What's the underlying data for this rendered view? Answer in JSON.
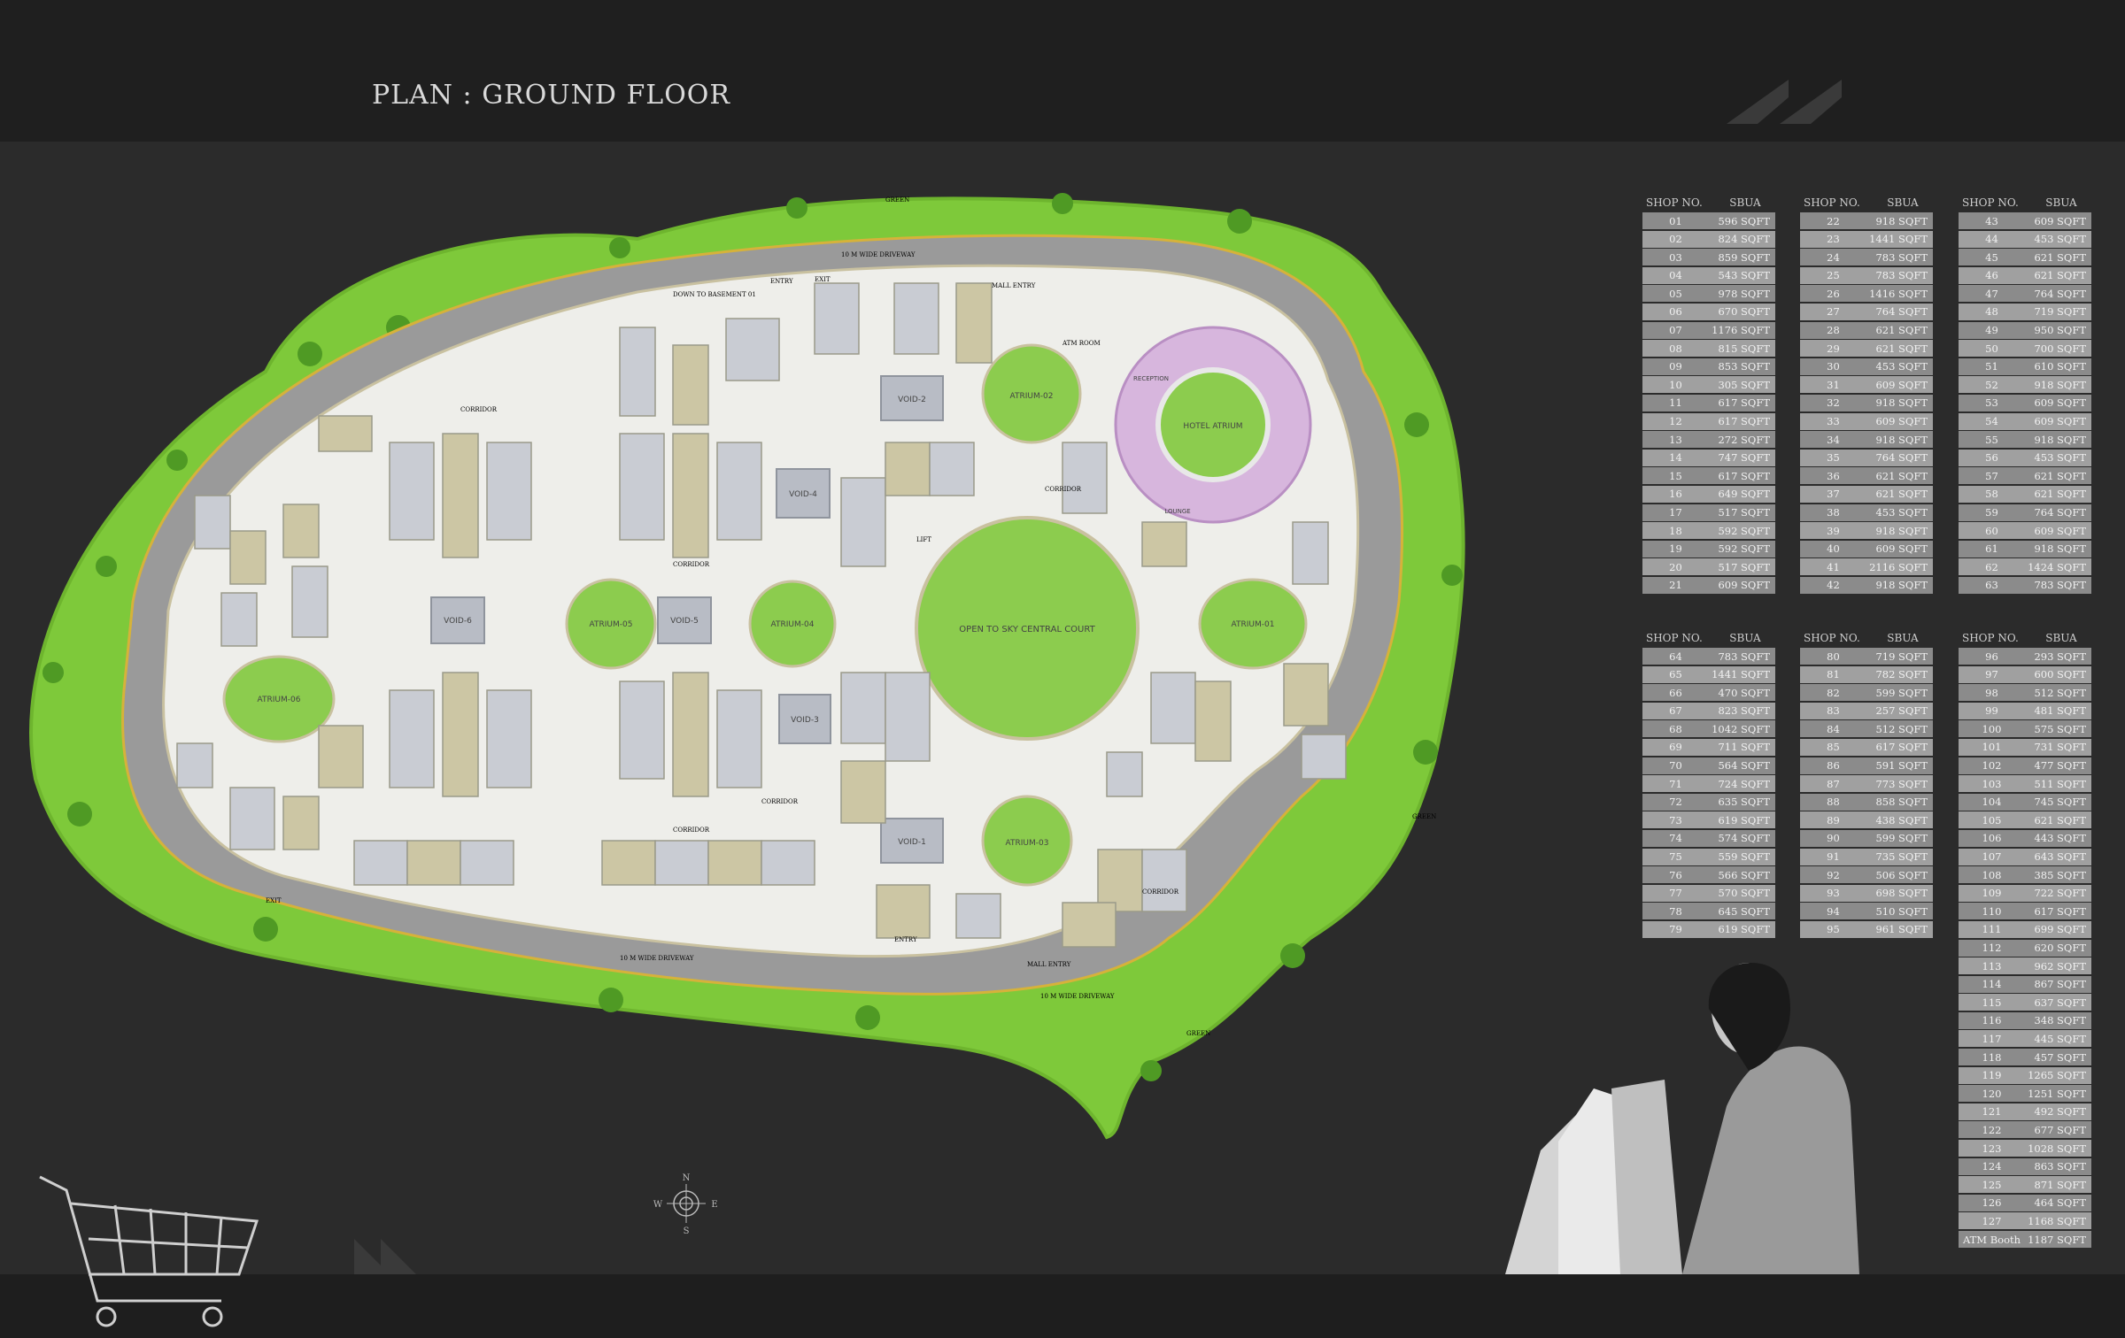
{
  "title": "PLAN : GROUND FLOOR",
  "compass": {
    "n": "N",
    "s": "S",
    "e": "E",
    "w": "W"
  },
  "colors": {
    "background": "#2b2b2b",
    "green": "#7ec93a",
    "road": "#9a9a9a",
    "floor": "#eeeeea",
    "shop_grey": "#c9ccd3",
    "shop_beige": "#ccc6a4",
    "hotel": "#d7b6dd"
  },
  "labels": {
    "open_court": "OPEN TO SKY CENTRAL COURT",
    "atriums": [
      "ATRIUM-01",
      "ATRIUM-02",
      "ATRIUM-03",
      "ATRIUM-04",
      "ATRIUM-05",
      "ATRIUM-06"
    ],
    "hotel_atrium": "HOTEL ATRIUM",
    "voids": [
      "VOID-1",
      "VOID-2",
      "VOID-3",
      "VOID-4",
      "VOID-5",
      "VOID-6"
    ],
    "green": "GREEN",
    "driveway": "10 M WIDE DRIVEWAY",
    "corridor": "CORRIDOR",
    "entry": "ENTRY",
    "exit": "EXIT",
    "mall_entry": "MALL ENTRY",
    "atm_room": "ATM ROOM",
    "reception": "RECEPTION",
    "lounge": "LOUNGE",
    "lift": "LIFT",
    "down_basement": "DOWN TO BASEMENT 01"
  },
  "tables": [
    {
      "header": {
        "no": "SHOP NO.",
        "sbua": "SBUA"
      },
      "rows": [
        [
          "01",
          "596 SQFT"
        ],
        [
          "02",
          "824 SQFT"
        ],
        [
          "03",
          "859 SQFT"
        ],
        [
          "04",
          "543 SQFT"
        ],
        [
          "05",
          "978 SQFT"
        ],
        [
          "06",
          "670 SQFT"
        ],
        [
          "07",
          "1176 SQFT"
        ],
        [
          "08",
          "815 SQFT"
        ],
        [
          "09",
          "853 SQFT"
        ],
        [
          "10",
          "305 SQFT"
        ],
        [
          "11",
          "617 SQFT"
        ],
        [
          "12",
          "617 SQFT"
        ],
        [
          "13",
          "272 SQFT"
        ],
        [
          "14",
          "747 SQFT"
        ],
        [
          "15",
          "617 SQFT"
        ],
        [
          "16",
          "649 SQFT"
        ],
        [
          "17",
          "517 SQFT"
        ],
        [
          "18",
          "592 SQFT"
        ],
        [
          "19",
          "592 SQFT"
        ],
        [
          "20",
          "517 SQFT"
        ],
        [
          "21",
          "609 SQFT"
        ]
      ]
    },
    {
      "header": {
        "no": "SHOP NO.",
        "sbua": "SBUA"
      },
      "rows": [
        [
          "22",
          "918 SQFT"
        ],
        [
          "23",
          "1441 SQFT"
        ],
        [
          "24",
          "783 SQFT"
        ],
        [
          "25",
          "783 SQFT"
        ],
        [
          "26",
          "1416 SQFT"
        ],
        [
          "27",
          "764 SQFT"
        ],
        [
          "28",
          "621 SQFT"
        ],
        [
          "29",
          "621 SQFT"
        ],
        [
          "30",
          "453 SQFT"
        ],
        [
          "31",
          "609 SQFT"
        ],
        [
          "32",
          "918 SQFT"
        ],
        [
          "33",
          "609 SQFT"
        ],
        [
          "34",
          "918 SQFT"
        ],
        [
          "35",
          "764 SQFT"
        ],
        [
          "36",
          "621 SQFT"
        ],
        [
          "37",
          "621 SQFT"
        ],
        [
          "38",
          "453 SQFT"
        ],
        [
          "39",
          "918 SQFT"
        ],
        [
          "40",
          "609 SQFT"
        ],
        [
          "41",
          "2116 SQFT"
        ],
        [
          "42",
          "918 SQFT"
        ]
      ]
    },
    {
      "header": {
        "no": "SHOP NO.",
        "sbua": "SBUA"
      },
      "rows": [
        [
          "43",
          "609 SQFT"
        ],
        [
          "44",
          "453 SQFT"
        ],
        [
          "45",
          "621 SQFT"
        ],
        [
          "46",
          "621 SQFT"
        ],
        [
          "47",
          "764 SQFT"
        ],
        [
          "48",
          "719 SQFT"
        ],
        [
          "49",
          "950 SQFT"
        ],
        [
          "50",
          "700 SQFT"
        ],
        [
          "51",
          "610 SQFT"
        ],
        [
          "52",
          "918 SQFT"
        ],
        [
          "53",
          "609 SQFT"
        ],
        [
          "54",
          "609 SQFT"
        ],
        [
          "55",
          "918 SQFT"
        ],
        [
          "56",
          "453 SQFT"
        ],
        [
          "57",
          "621 SQFT"
        ],
        [
          "58",
          "621 SQFT"
        ],
        [
          "59",
          "764 SQFT"
        ],
        [
          "60",
          "609 SQFT"
        ],
        [
          "61",
          "918 SQFT"
        ],
        [
          "62",
          "1424 SQFT"
        ],
        [
          "63",
          "783 SQFT"
        ]
      ]
    },
    {
      "header": {
        "no": "SHOP NO.",
        "sbua": "SBUA"
      },
      "rows": [
        [
          "64",
          "783 SQFT"
        ],
        [
          "65",
          "1441 SQFT"
        ],
        [
          "66",
          "470 SQFT"
        ],
        [
          "67",
          "823 SQFT"
        ],
        [
          "68",
          "1042 SQFT"
        ],
        [
          "69",
          "711 SQFT"
        ],
        [
          "70",
          "564 SQFT"
        ],
        [
          "71",
          "724 SQFT"
        ],
        [
          "72",
          "635 SQFT"
        ],
        [
          "73",
          "619 SQFT"
        ],
        [
          "74",
          "574 SQFT"
        ],
        [
          "75",
          "559 SQFT"
        ],
        [
          "76",
          "566 SQFT"
        ],
        [
          "77",
          "570 SQFT"
        ],
        [
          "78",
          "645 SQFT"
        ],
        [
          "79",
          "619 SQFT"
        ]
      ]
    },
    {
      "header": {
        "no": "SHOP NO.",
        "sbua": "SBUA"
      },
      "rows": [
        [
          "80",
          "719 SQFT"
        ],
        [
          "81",
          "782 SQFT"
        ],
        [
          "82",
          "599 SQFT"
        ],
        [
          "83",
          "257 SQFT"
        ],
        [
          "84",
          "512 SQFT"
        ],
        [
          "85",
          "617 SQFT"
        ],
        [
          "86",
          "591 SQFT"
        ],
        [
          "87",
          "773 SQFT"
        ],
        [
          "88",
          "858 SQFT"
        ],
        [
          "89",
          "438 SQFT"
        ],
        [
          "90",
          "599 SQFT"
        ],
        [
          "91",
          "735 SQFT"
        ],
        [
          "92",
          "506 SQFT"
        ],
        [
          "93",
          "698 SQFT"
        ],
        [
          "94",
          "510 SQFT"
        ],
        [
          "95",
          "961 SQFT"
        ]
      ]
    },
    {
      "header": {
        "no": "SHOP NO.",
        "sbua": "SBUA"
      },
      "rows": [
        [
          "96",
          "293 SQFT"
        ],
        [
          "97",
          "600 SQFT"
        ],
        [
          "98",
          "512 SQFT"
        ],
        [
          "99",
          "481 SQFT"
        ],
        [
          "100",
          "575 SQFT"
        ],
        [
          "101",
          "731 SQFT"
        ],
        [
          "102",
          "477 SQFT"
        ],
        [
          "103",
          "511 SQFT"
        ],
        [
          "104",
          "745 SQFT"
        ],
        [
          "105",
          "621 SQFT"
        ],
        [
          "106",
          "443 SQFT"
        ],
        [
          "107",
          "643 SQFT"
        ],
        [
          "108",
          "385 SQFT"
        ],
        [
          "109",
          "722 SQFT"
        ],
        [
          "110",
          "617 SQFT"
        ],
        [
          "111",
          "699 SQFT"
        ],
        [
          "112",
          "620 SQFT"
        ],
        [
          "113",
          "962 SQFT"
        ],
        [
          "114",
          "867 SQFT"
        ],
        [
          "115",
          "637 SQFT"
        ],
        [
          "116",
          "348 SQFT"
        ],
        [
          "117",
          "445 SQFT"
        ],
        [
          "118",
          "457 SQFT"
        ],
        [
          "119",
          "1265 SQFT"
        ],
        [
          "120",
          "1251 SQFT"
        ],
        [
          "121",
          "492 SQFT"
        ],
        [
          "122",
          "677 SQFT"
        ],
        [
          "123",
          "1028 SQFT"
        ],
        [
          "124",
          "863 SQFT"
        ],
        [
          "125",
          "871 SQFT"
        ],
        [
          "126",
          "464 SQFT"
        ],
        [
          "127",
          "1168 SQFT"
        ],
        [
          "ATM Booth",
          "1187 SQFT"
        ]
      ]
    }
  ]
}
